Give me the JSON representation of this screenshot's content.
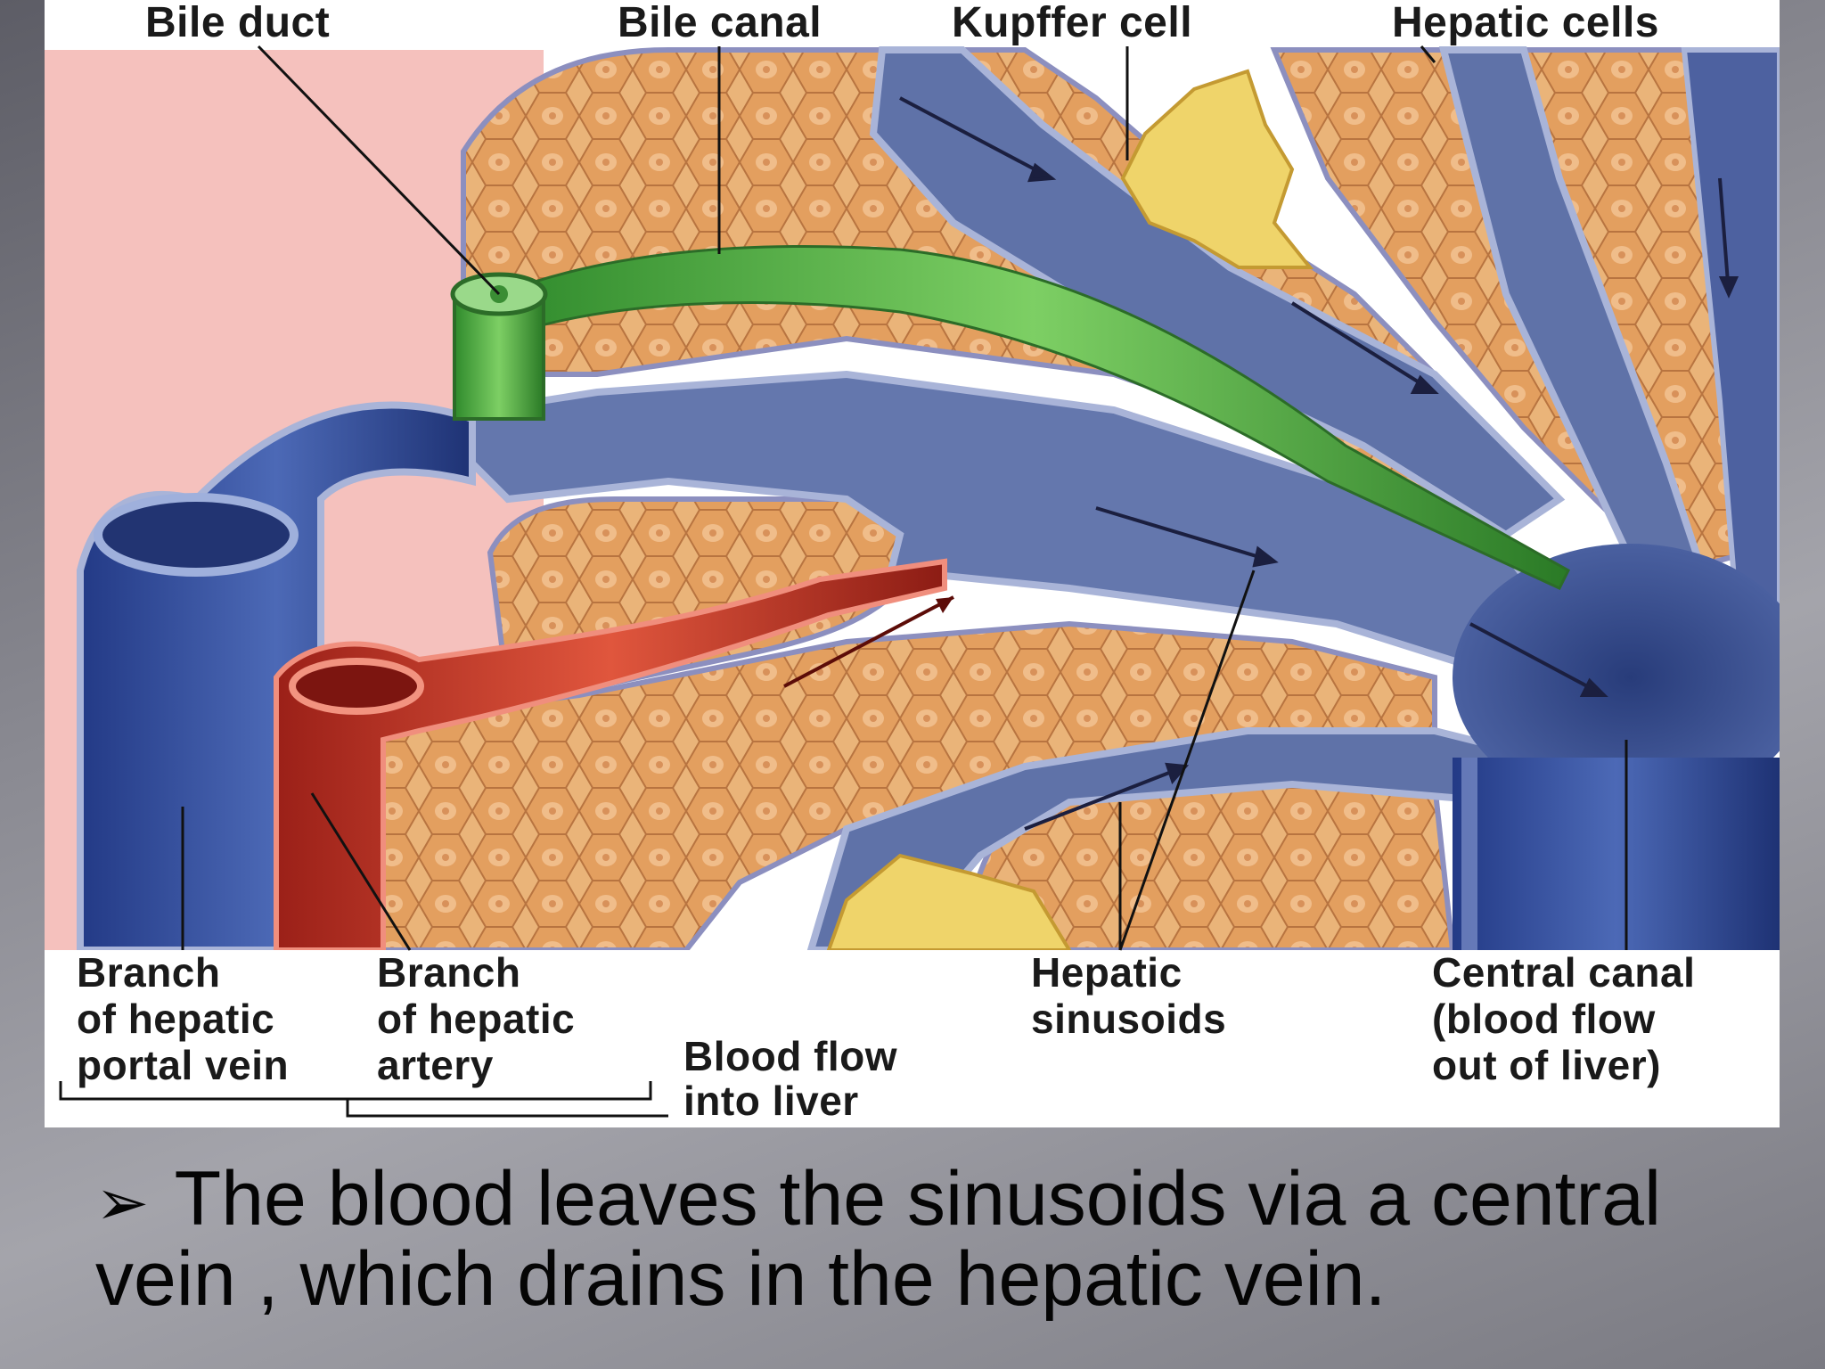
{
  "diagram": {
    "labels": {
      "bile_duct": "Bile duct",
      "bile_canal": "Bile canal",
      "kupffer_cell": "Kupffer cell",
      "hepatic_cells": "Hepatic cells",
      "portal_vein": [
        "Branch",
        "of hepatic",
        "portal vein"
      ],
      "hepatic_artery": [
        "Branch",
        "of hepatic",
        "artery"
      ],
      "blood_flow_in": [
        "Blood flow",
        "into liver"
      ],
      "sinusoids": [
        "Hepatic",
        "sinusoids"
      ],
      "central_canal": [
        "Central canal",
        "(blood flow",
        "out of liver)"
      ]
    },
    "colors": {
      "hepatocyte": "#e8ad6e",
      "vessel_blue": "#5c6fa6",
      "bile_green": "#3fa83a",
      "artery_red": "#b6322b",
      "kupffer_yellow": "#efd46a",
      "background_pink": "#f5c1bd"
    }
  },
  "slide": {
    "bullet_icon": "arrowhead-bullet",
    "bullet_symbol": "➢",
    "text": "The blood leaves the sinusoids via a central vein , which drains in the hepatic vein."
  }
}
